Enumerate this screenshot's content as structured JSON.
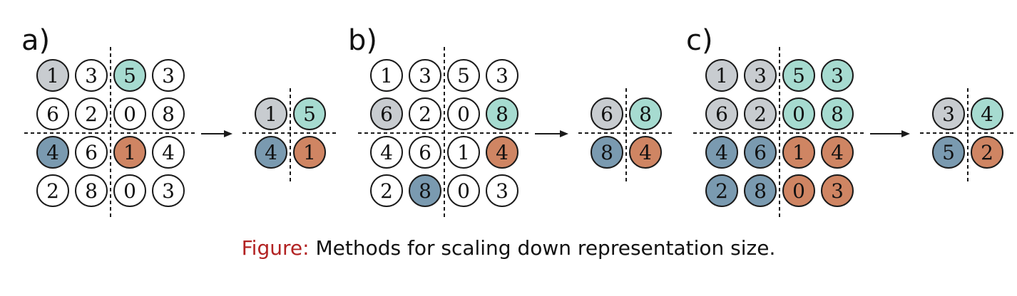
{
  "colors": {
    "gray": "#c8ccd0",
    "teal": "#a6dbd0",
    "blue": "#7a9ab0",
    "orange": "#cf8563",
    "white": "#ffffff",
    "stroke": "#1a1a1a",
    "caption_label": "#b22222"
  },
  "arrow_icon": "right-arrow-icon",
  "panels": [
    {
      "label": "a)",
      "input_grid": [
        [
          1,
          3,
          5,
          3
        ],
        [
          6,
          2,
          0,
          8
        ],
        [
          4,
          6,
          1,
          4
        ],
        [
          2,
          8,
          0,
          3
        ]
      ],
      "input_fill": [
        [
          "gray",
          "white",
          "teal",
          "white"
        ],
        [
          "white",
          "white",
          "white",
          "white"
        ],
        [
          "blue",
          "white",
          "orange",
          "white"
        ],
        [
          "white",
          "white",
          "white",
          "white"
        ]
      ],
      "output_grid": [
        [
          1,
          5
        ],
        [
          4,
          1
        ]
      ],
      "output_fill": [
        [
          "gray",
          "teal"
        ],
        [
          "blue",
          "orange"
        ]
      ]
    },
    {
      "label": "b)",
      "input_grid": [
        [
          1,
          3,
          5,
          3
        ],
        [
          6,
          2,
          0,
          8
        ],
        [
          4,
          6,
          1,
          4
        ],
        [
          2,
          8,
          0,
          3
        ]
      ],
      "input_fill": [
        [
          "white",
          "white",
          "white",
          "white"
        ],
        [
          "gray",
          "white",
          "white",
          "teal"
        ],
        [
          "white",
          "white",
          "white",
          "orange"
        ],
        [
          "white",
          "blue",
          "white",
          "white"
        ]
      ],
      "output_grid": [
        [
          6,
          8
        ],
        [
          8,
          4
        ]
      ],
      "output_fill": [
        [
          "gray",
          "teal"
        ],
        [
          "blue",
          "orange"
        ]
      ]
    },
    {
      "label": "c)",
      "input_grid": [
        [
          1,
          3,
          5,
          3
        ],
        [
          6,
          2,
          0,
          8
        ],
        [
          4,
          6,
          1,
          4
        ],
        [
          2,
          8,
          0,
          3
        ]
      ],
      "input_fill": [
        [
          "gray",
          "gray",
          "teal",
          "teal"
        ],
        [
          "gray",
          "gray",
          "teal",
          "teal"
        ],
        [
          "blue",
          "blue",
          "orange",
          "orange"
        ],
        [
          "blue",
          "blue",
          "orange",
          "orange"
        ]
      ],
      "output_grid": [
        [
          3,
          4
        ],
        [
          5,
          2
        ]
      ],
      "output_fill": [
        [
          "gray",
          "teal"
        ],
        [
          "blue",
          "orange"
        ]
      ]
    }
  ],
  "caption": {
    "label": "Figure:",
    "text": "Methods for scaling down representation size."
  }
}
